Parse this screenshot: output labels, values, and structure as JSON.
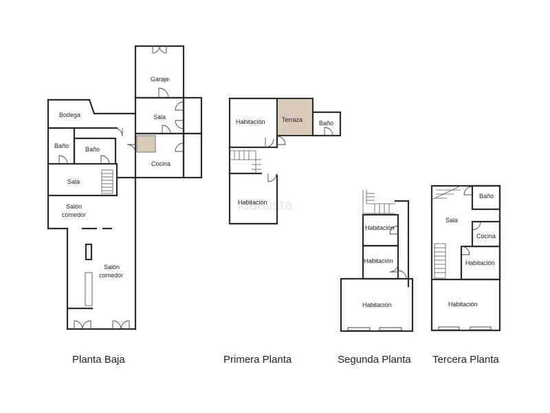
{
  "colors": {
    "terrace_fill": "#d8ccb8",
    "wall": "#2b2b2b"
  },
  "watermark": "idealista",
  "floors": {
    "planta_baja": {
      "label": "Planta Baja",
      "rooms": {
        "garaje": "Garaje",
        "bodega": "Bodega",
        "sala_top": "Sala",
        "bano1": "Baño",
        "bano2": "Baño",
        "cocina": "Cocina",
        "sala": "Sala",
        "salon1_a": "Salón",
        "salon1_b": "comedor",
        "salon2_a": "Salón",
        "salon2_b": "comedor"
      }
    },
    "primera_planta": {
      "label": "Primera Planta",
      "rooms": {
        "habitacion1": "Habitación",
        "terraza": "Terraza",
        "bano": "Baño",
        "habitacion2": "Habitación"
      }
    },
    "segunda_planta": {
      "label": "Segunda Planta",
      "rooms": {
        "habitacion1": "Habitación",
        "habitacion2": "Habitación",
        "habitacion3": "Habitación"
      }
    },
    "tercera_planta": {
      "label": "Tercera Planta",
      "rooms": {
        "bano": "Baño",
        "sala": "Sala",
        "cocina": "Cocina",
        "habitacion1": "Habitación",
        "habitacion2": "Habitación"
      }
    }
  }
}
